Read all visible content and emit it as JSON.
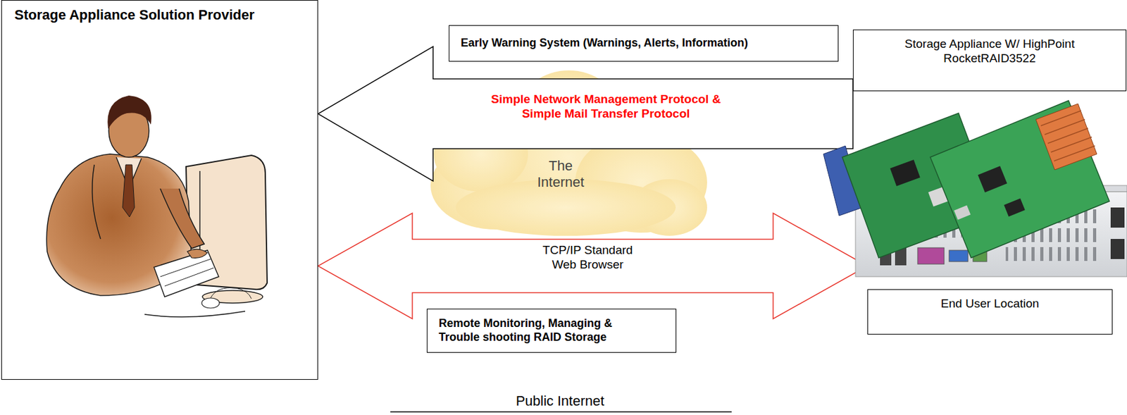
{
  "diagram": {
    "nodes": [
      {
        "text": [
          "Storage Appliance Solution Provider"
        ]
      },
      {
        "text": [
          "Early Warning System (Warnings, Alerts, Information)"
        ]
      },
      {
        "text": [
          "Storage Appliance W/ HighPoint RocketRAID3522"
        ]
      },
      {
        "text": [
          "Remote Monitoring, Managing & Trouble shooting RAID Storage"
        ]
      },
      {
        "text": [
          "End User Location"
        ]
      }
    ],
    "edges": [
      {
        "from": 2,
        "to": 0,
        "arrow": "to",
        "label": "Simple Network Management Protocol & Simple Mail Transfer Protocol"
      },
      {
        "from": 0,
        "to": 4,
        "arrow": "both",
        "label": "TCP/IP Standard Web Browser"
      }
    ],
    "labels": [
      "The Internet",
      "Public Internet"
    ]
  }
}
